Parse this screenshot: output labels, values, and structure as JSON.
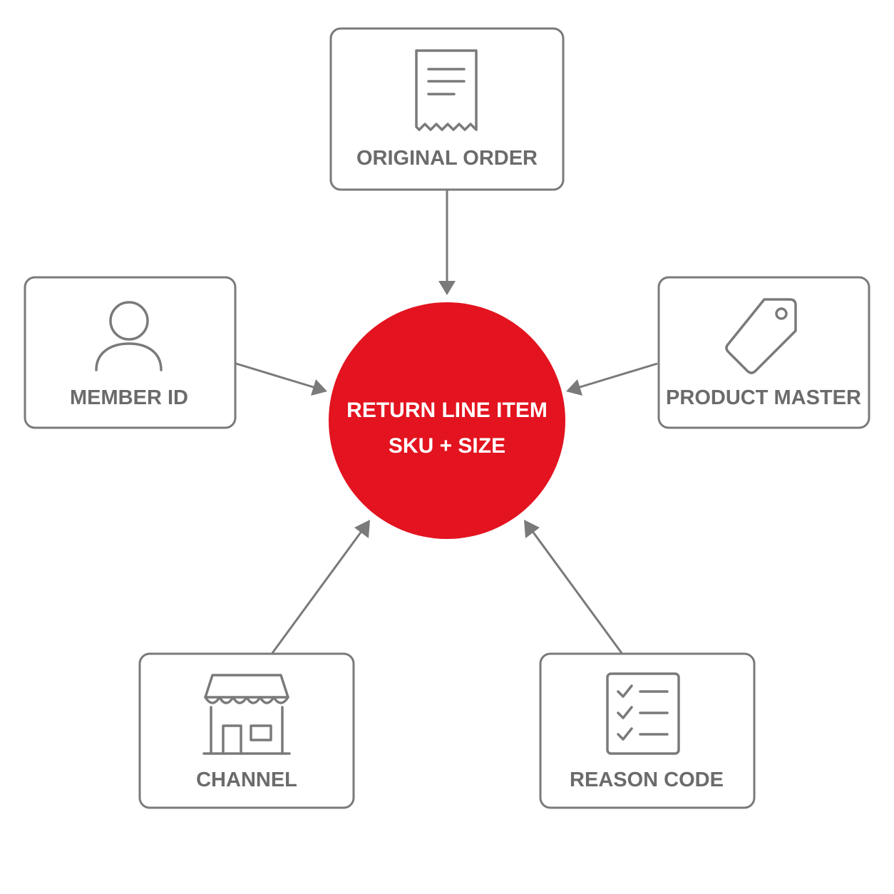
{
  "hub": {
    "line1": "RETURN LINE ITEM",
    "line2": "SKU + SIZE",
    "color": "#e3131f"
  },
  "nodes": {
    "original_order": {
      "label": "ORIGINAL ORDER",
      "icon": "receipt-icon"
    },
    "member_id": {
      "label": "MEMBER ID",
      "icon": "person-icon"
    },
    "product_master": {
      "label": "PRODUCT MASTER",
      "icon": "tag-icon"
    },
    "channel": {
      "label": "CHANNEL",
      "icon": "storefront-icon"
    },
    "reason_code": {
      "label": "REASON CODE",
      "icon": "checklist-icon"
    }
  },
  "colors": {
    "border": "#7a7a7a",
    "label": "#6b6b6b",
    "background": "#ffffff"
  }
}
